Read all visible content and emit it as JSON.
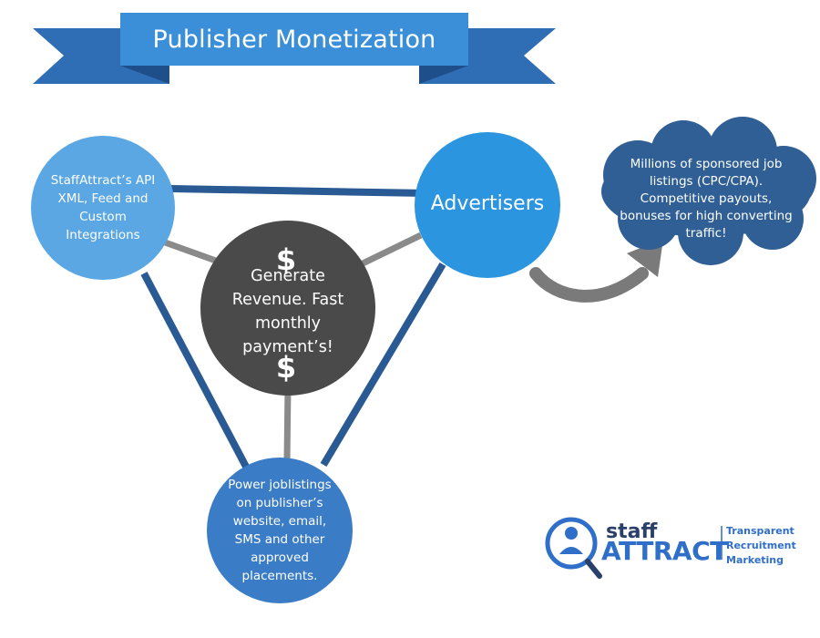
{
  "title": "Publisher Monetization",
  "nodes": {
    "integrations": "StaffAttract’s API XML, Feed and Custom Integrations",
    "advertisers": "Advertisers",
    "center_symbol_top": "$",
    "center": "Generate Revenue. Fast monthly payment’s!",
    "center_symbol_bottom": "$",
    "placements": "Power joblistings on publisher’s website, email, SMS and other approved placements."
  },
  "cloud": "Millions of sponsored job listings (CPC/CPA). Competitive payouts, bonuses for high converting traffic!",
  "logo": {
    "staff": "staff",
    "attract": "ATTRACT",
    "tagline_1": "Transparent",
    "tagline_2": "Recruitment",
    "tagline_3": "Marketing"
  },
  "colors": {
    "ribbon_main": "#3a8fd8",
    "ribbon_tails": "#2f6eb5",
    "integrations": "#5aa7e3",
    "advertisers": "#2b95e0",
    "center": "#4a4a4a",
    "placements": "#3a7cc5",
    "cloud": "#2f5f94",
    "blue_line": "#2a5a94",
    "gray_line": "#8a8a8a",
    "arrow": "#7a7a7a"
  }
}
